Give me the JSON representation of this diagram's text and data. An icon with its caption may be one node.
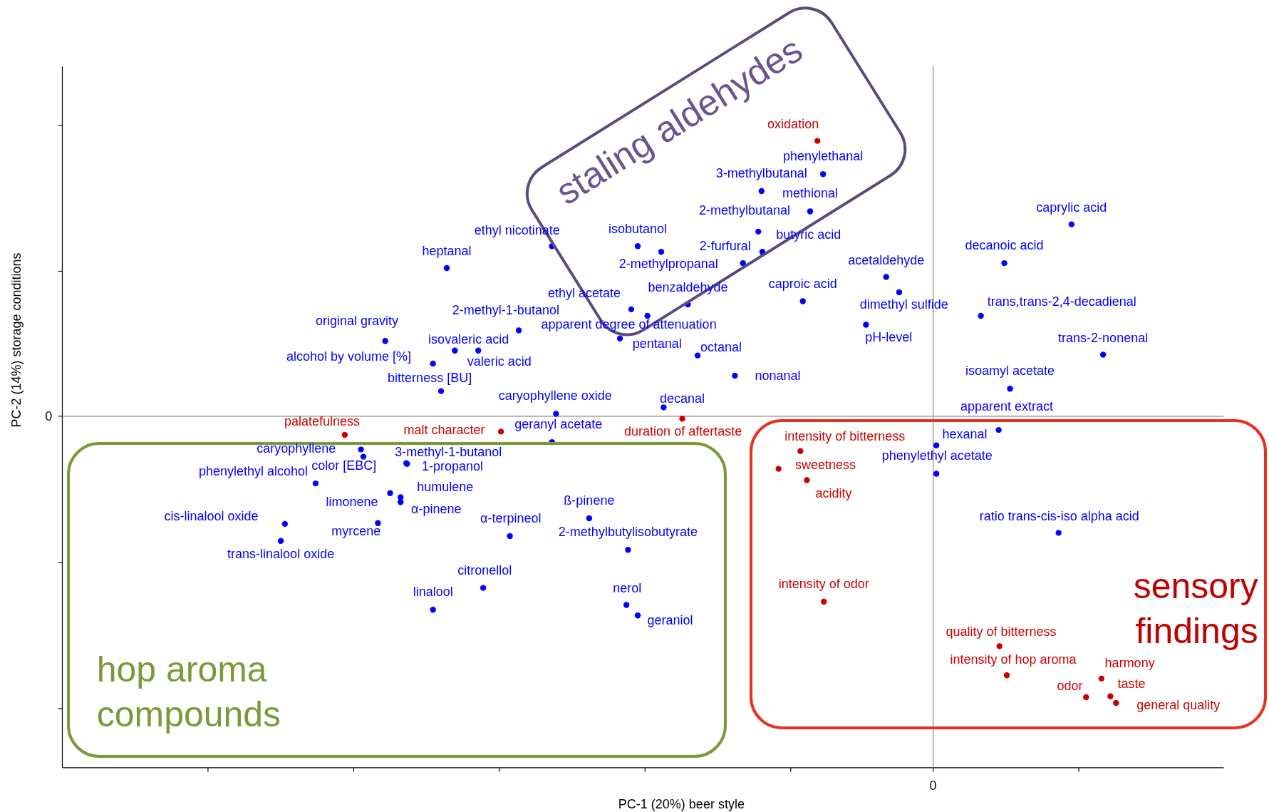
{
  "diagram": {
    "nodes": [
      {
        "text": [
          "staling aldehydes"
        ]
      },
      {
        "text": [
          "hop aroma compounds"
        ]
      },
      {
        "text": [
          "sensory findings"
        ]
      }
    ],
    "labels": [
      "oxidation",
      "phenylethanal",
      "3-methylbutanal",
      "methional",
      "2-methylbutanal",
      "butyric acid",
      "2-furfural",
      "isobutanol",
      "2-methylpropanal",
      "ethyl nicotinate",
      "heptanal",
      "caprylic acid",
      "decanoic acid",
      "acetaldehyde",
      "dimethyl sulfide",
      "caproic acid",
      "trans,trans-2,4-decadienal",
      "pH-level",
      "trans-2-nonenal",
      "ethyl acetate",
      "benzaldehyde",
      "2-methyl-1-butanol",
      "apparent degree of attenuation",
      "pentanal",
      "octanal",
      "nonanal",
      "original gravity",
      "isovaleric acid",
      "valeric acid",
      "alcohol by volume [%]",
      "bitterness [BU]",
      "caryophyllene oxide",
      "decanal",
      "isoamyl acetate",
      "apparent extract",
      "palatefulness",
      "malt character",
      "geranyl acetate",
      "duration of aftertaste",
      "caryophyllene",
      "color [EBC]",
      "3-methyl-1-butanol",
      "1-propanol",
      "phenylethyl alcohol",
      "humulene",
      "limonene",
      "α-pinene",
      "myrcene",
      "cis-linalool oxide",
      "trans-linalool oxide",
      "α-terpineol",
      "ß-pinene",
      "2-methylbutylisobutyrate",
      "citronellol",
      "linalool",
      "nerol",
      "geraniol",
      "intensity of bitterness",
      "sweetness",
      "acidity",
      "hexanal",
      "phenylethyl acetate",
      "ratio trans-cis-iso alpha acid",
      "intensity of odor",
      "quality of bitterness",
      "intensity of hop aroma",
      "harmony",
      "odor",
      "taste",
      "general quality",
      "0",
      "0",
      "PC-1 (20%) beer style",
      "PC-2 (14%) storage conditions"
    ]
  }
}
